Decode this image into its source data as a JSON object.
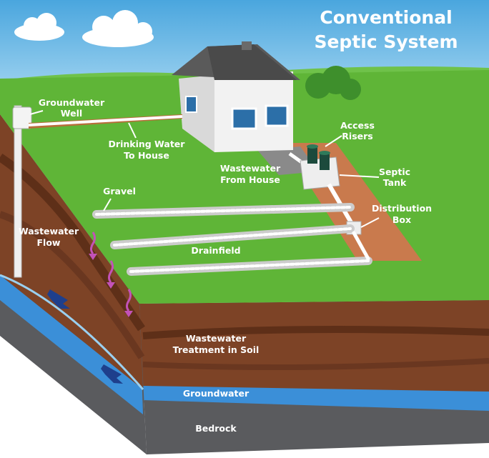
{
  "title": [
    "Conventional",
    "Septic System"
  ],
  "labels": {
    "groundwater_well": [
      "Groundwater",
      "Well"
    ],
    "drinking_water": [
      "Drinking Water",
      "To House"
    ],
    "access_risers": [
      "Access",
      "Risers"
    ],
    "wastewater_from_house": [
      "Wastewater",
      "From House"
    ],
    "septic_tank": [
      "Septic",
      "Tank"
    ],
    "gravel": "Gravel",
    "distribution_box": [
      "Distribution",
      "Box"
    ],
    "wastewater_flow": [
      "Wastewater",
      "Flow"
    ],
    "drainfield": "Drainfield",
    "treatment": [
      "Wastewater",
      "Treatment in Soil"
    ],
    "groundwater": "Groundwater",
    "bedrock": "Bedrock"
  },
  "colors": {
    "sky": "#5aaee0",
    "grass": "#5fb537",
    "soil": "#7d4326",
    "groundwater": "#3b8fd8",
    "bedrock": "#5a5b5e",
    "flow_arrow": "#c352b8"
  }
}
